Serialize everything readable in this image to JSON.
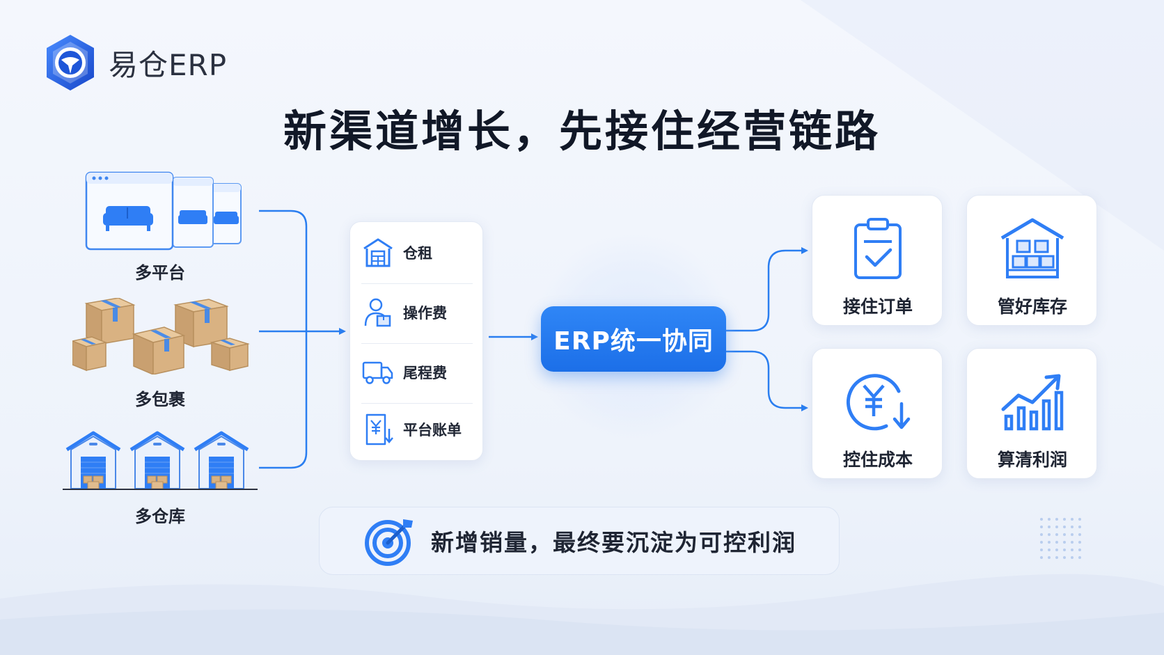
{
  "brand": {
    "name": "易仓ERP",
    "accent": "#1c6fe8"
  },
  "title": "新渠道增长，先接住经营链路",
  "sources": [
    {
      "label": "多平台",
      "icon": "browser-windows-sofa-icon"
    },
    {
      "label": "多包裹",
      "icon": "cardboard-boxes-icon"
    },
    {
      "label": "多仓库",
      "icon": "warehouses-icon"
    }
  ],
  "costs": [
    {
      "label": "仓租",
      "icon": "warehouse-icon"
    },
    {
      "label": "操作费",
      "icon": "worker-box-icon"
    },
    {
      "label": "尾程费",
      "icon": "truck-icon"
    },
    {
      "label": "平台账单",
      "icon": "bill-yen-icon"
    }
  ],
  "hub": {
    "label": "ERP统一协同"
  },
  "results": [
    {
      "label": "接住订单",
      "icon": "clipboard-check-icon"
    },
    {
      "label": "管好库存",
      "icon": "inventory-warehouse-icon"
    },
    {
      "label": "控住成本",
      "icon": "yen-cycle-icon"
    },
    {
      "label": "算清利润",
      "icon": "growth-chart-icon"
    }
  ],
  "goal": {
    "text": "新增销量，最终要沉淀为可控利润",
    "icon": "target-arrow-icon"
  }
}
